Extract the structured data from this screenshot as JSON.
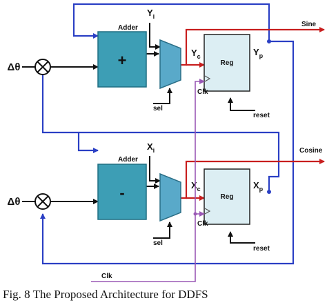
{
  "figure": {
    "caption": "Fig. 8 The Proposed Architecture for DDFS"
  },
  "top": {
    "input_label": "Δθ",
    "adder_title": "Adder",
    "adder_op": "+",
    "mux_input_label": "Y",
    "mux_input_sub": "i",
    "mux_output_label": "Y",
    "mux_output_sub": "c",
    "sel_label": "sel",
    "reg_label": "Reg",
    "clk_label": "Clk",
    "reset_label": "reset",
    "reg_output_label": "Y",
    "reg_output_sub": "p",
    "output_label": "Sine"
  },
  "bottom": {
    "input_label": "Δθ",
    "adder_title": "Adder",
    "adder_op": "-",
    "mux_input_label": "X",
    "mux_input_sub": "i",
    "mux_output_label": "X",
    "mux_output_sub": "c",
    "sel_label": "sel",
    "reg_label": "Reg",
    "clk_label": "Clk",
    "reset_label": "reset",
    "reg_output_label": "X",
    "reg_output_sub": "p",
    "output_label": "Cosine"
  },
  "clk_input_label": "Clk",
  "colors": {
    "adder_fill": "#3d9eb5",
    "mux_fill": "#59a9c9",
    "reg_fill": "#dceef3",
    "feedback_wire": "#2a3fc4",
    "output_wire": "#c81e1e",
    "clock_wire": "#9a58b5",
    "signal_wire": "#111111"
  }
}
